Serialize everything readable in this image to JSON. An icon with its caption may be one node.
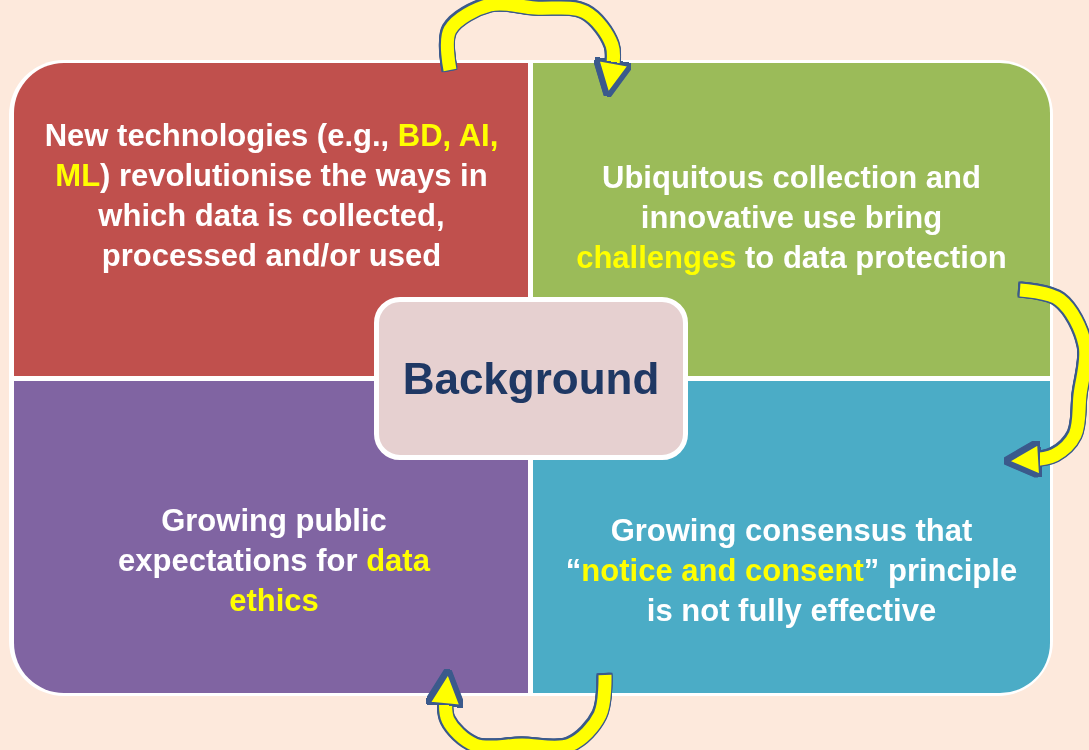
{
  "diagram": {
    "nodes": [
      {
        "text": [
          "New technologies (e.g., **BD, AI, ML**) revolutionise the ways in which data is collected, processed and/or used"
        ]
      },
      {
        "text": [
          "Ubiquitous collection and innovative use bring **challenges** to data protection"
        ]
      },
      {
        "text": [
          "Background"
        ]
      },
      {
        "text": [
          "Growing public expectations for **data ethics**"
        ]
      },
      {
        "text": [
          "Growing consensus that “**notice and consent**” principle is not fully effective"
        ]
      }
    ],
    "edges": [
      {
        "from": 0,
        "to": 1,
        "arrow": "to"
      },
      {
        "from": 1,
        "to": 4,
        "arrow": "to"
      },
      {
        "from": 4,
        "to": 3,
        "arrow": "to"
      }
    ]
  }
}
